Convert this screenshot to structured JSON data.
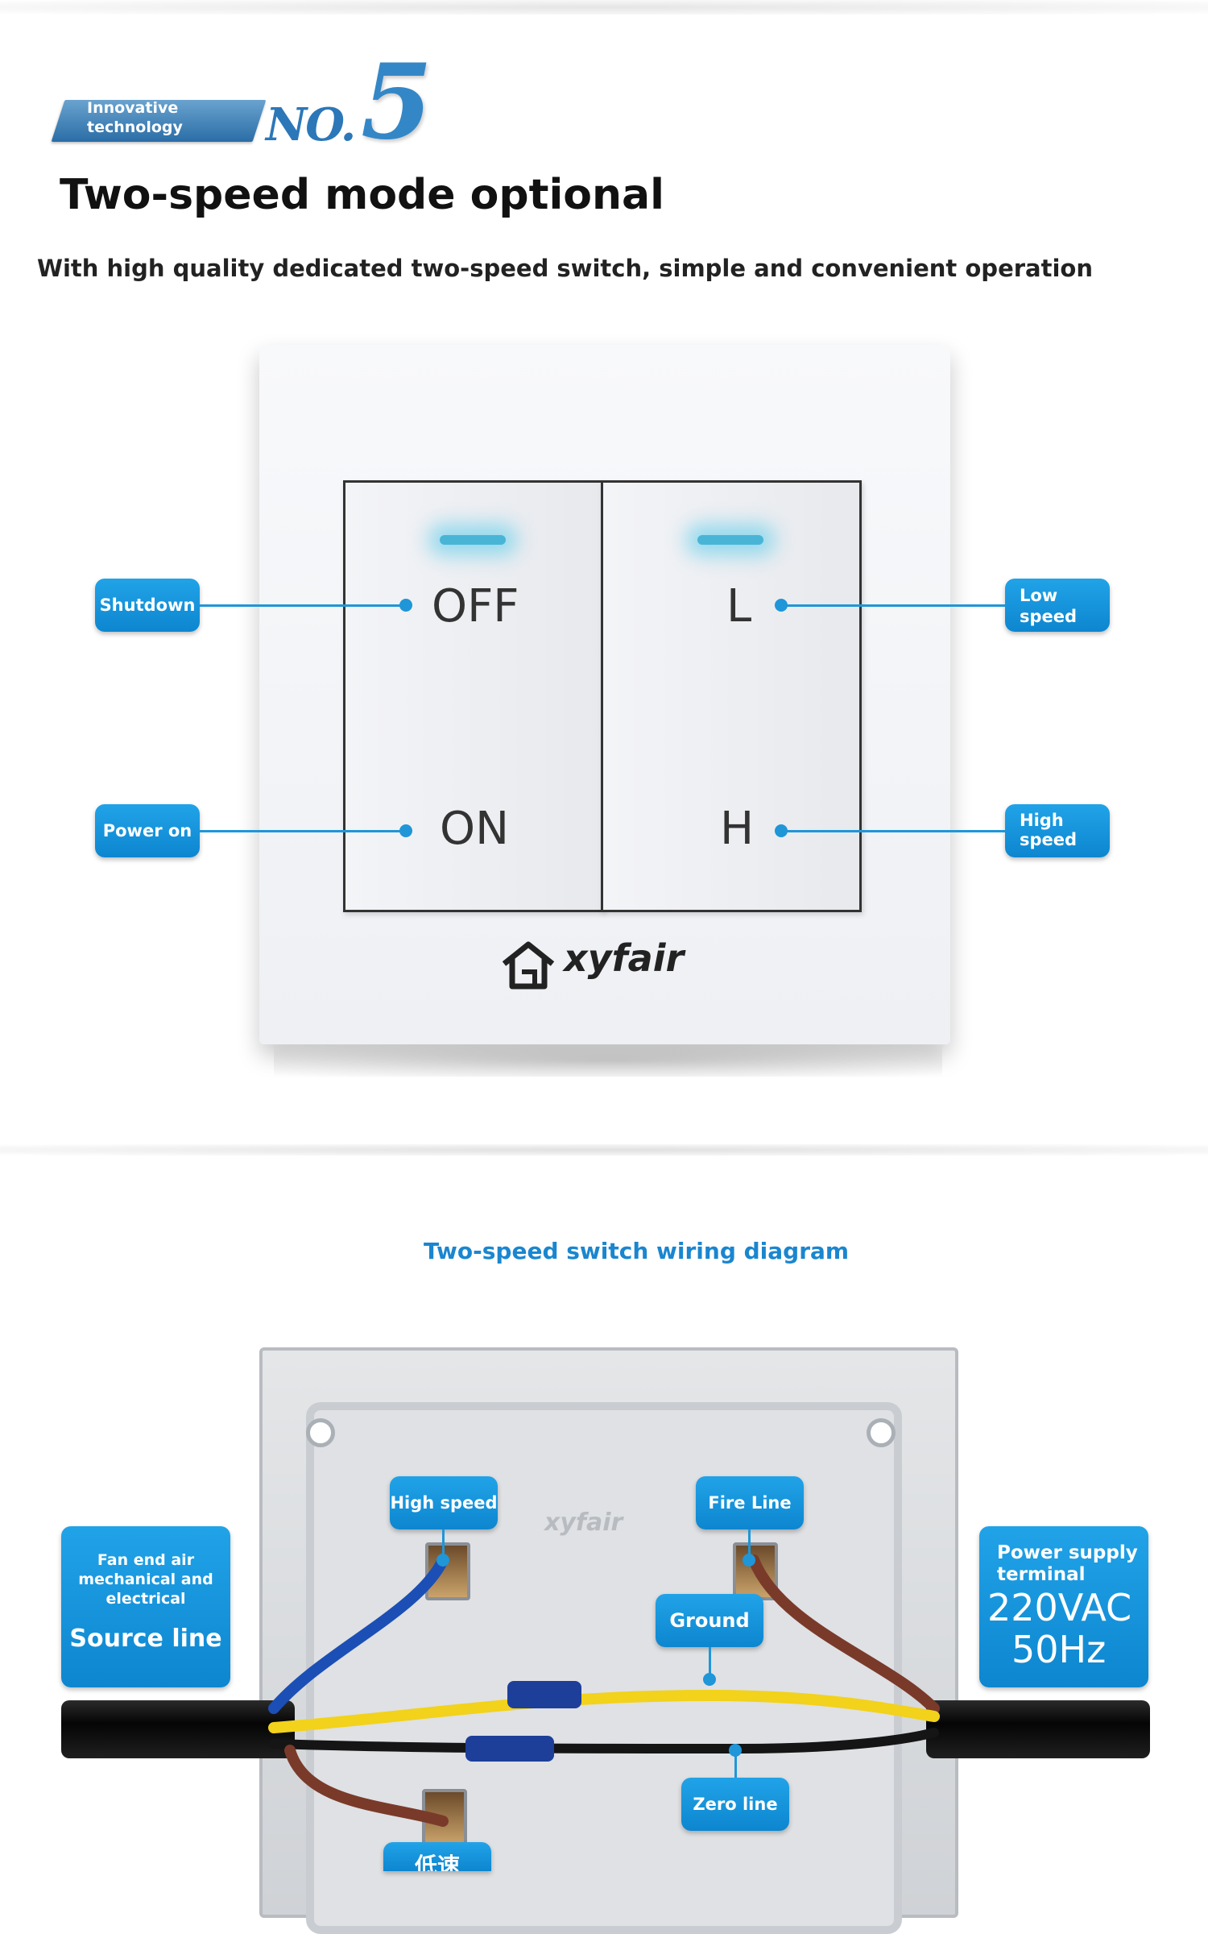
{
  "header": {
    "badge_line1": "Innovative",
    "badge_line2": "technology",
    "no_label": "NO.",
    "number": "5",
    "title": "Two-speed mode optional",
    "subtitle": "With high quality dedicated two-speed switch, simple and convenient operation"
  },
  "switch": {
    "left_top": "OFF",
    "left_bottom": "ON",
    "right_top": "L",
    "right_bottom": "H",
    "brand": "xyfair",
    "callouts": {
      "shutdown": "Shutdown",
      "power_on": "Power on",
      "low_speed": "Low speed",
      "high_speed": "High speed"
    }
  },
  "wiring": {
    "title": "Two-speed switch wiring diagram",
    "brand": "xyfair",
    "labels": {
      "high_speed": "High speed",
      "fire_line": "Fire Line",
      "ground": "Ground",
      "zero_line": "Zero line",
      "bottom_partial": "低速"
    },
    "left_box": {
      "line1": "Fan end air",
      "line2": "mechanical and",
      "line3": "electrical",
      "big": "Source line"
    },
    "right_box": {
      "line1": "Power supply",
      "line2": "terminal",
      "voltage": "220VAC",
      "freq": "50Hz"
    }
  },
  "colors": {
    "accent": "#1a86cf",
    "callout": "#0d86cf",
    "wire_blue": "#1b4fb5",
    "wire_brown": "#7a3a2a",
    "wire_yellow": "#f2d21b"
  }
}
